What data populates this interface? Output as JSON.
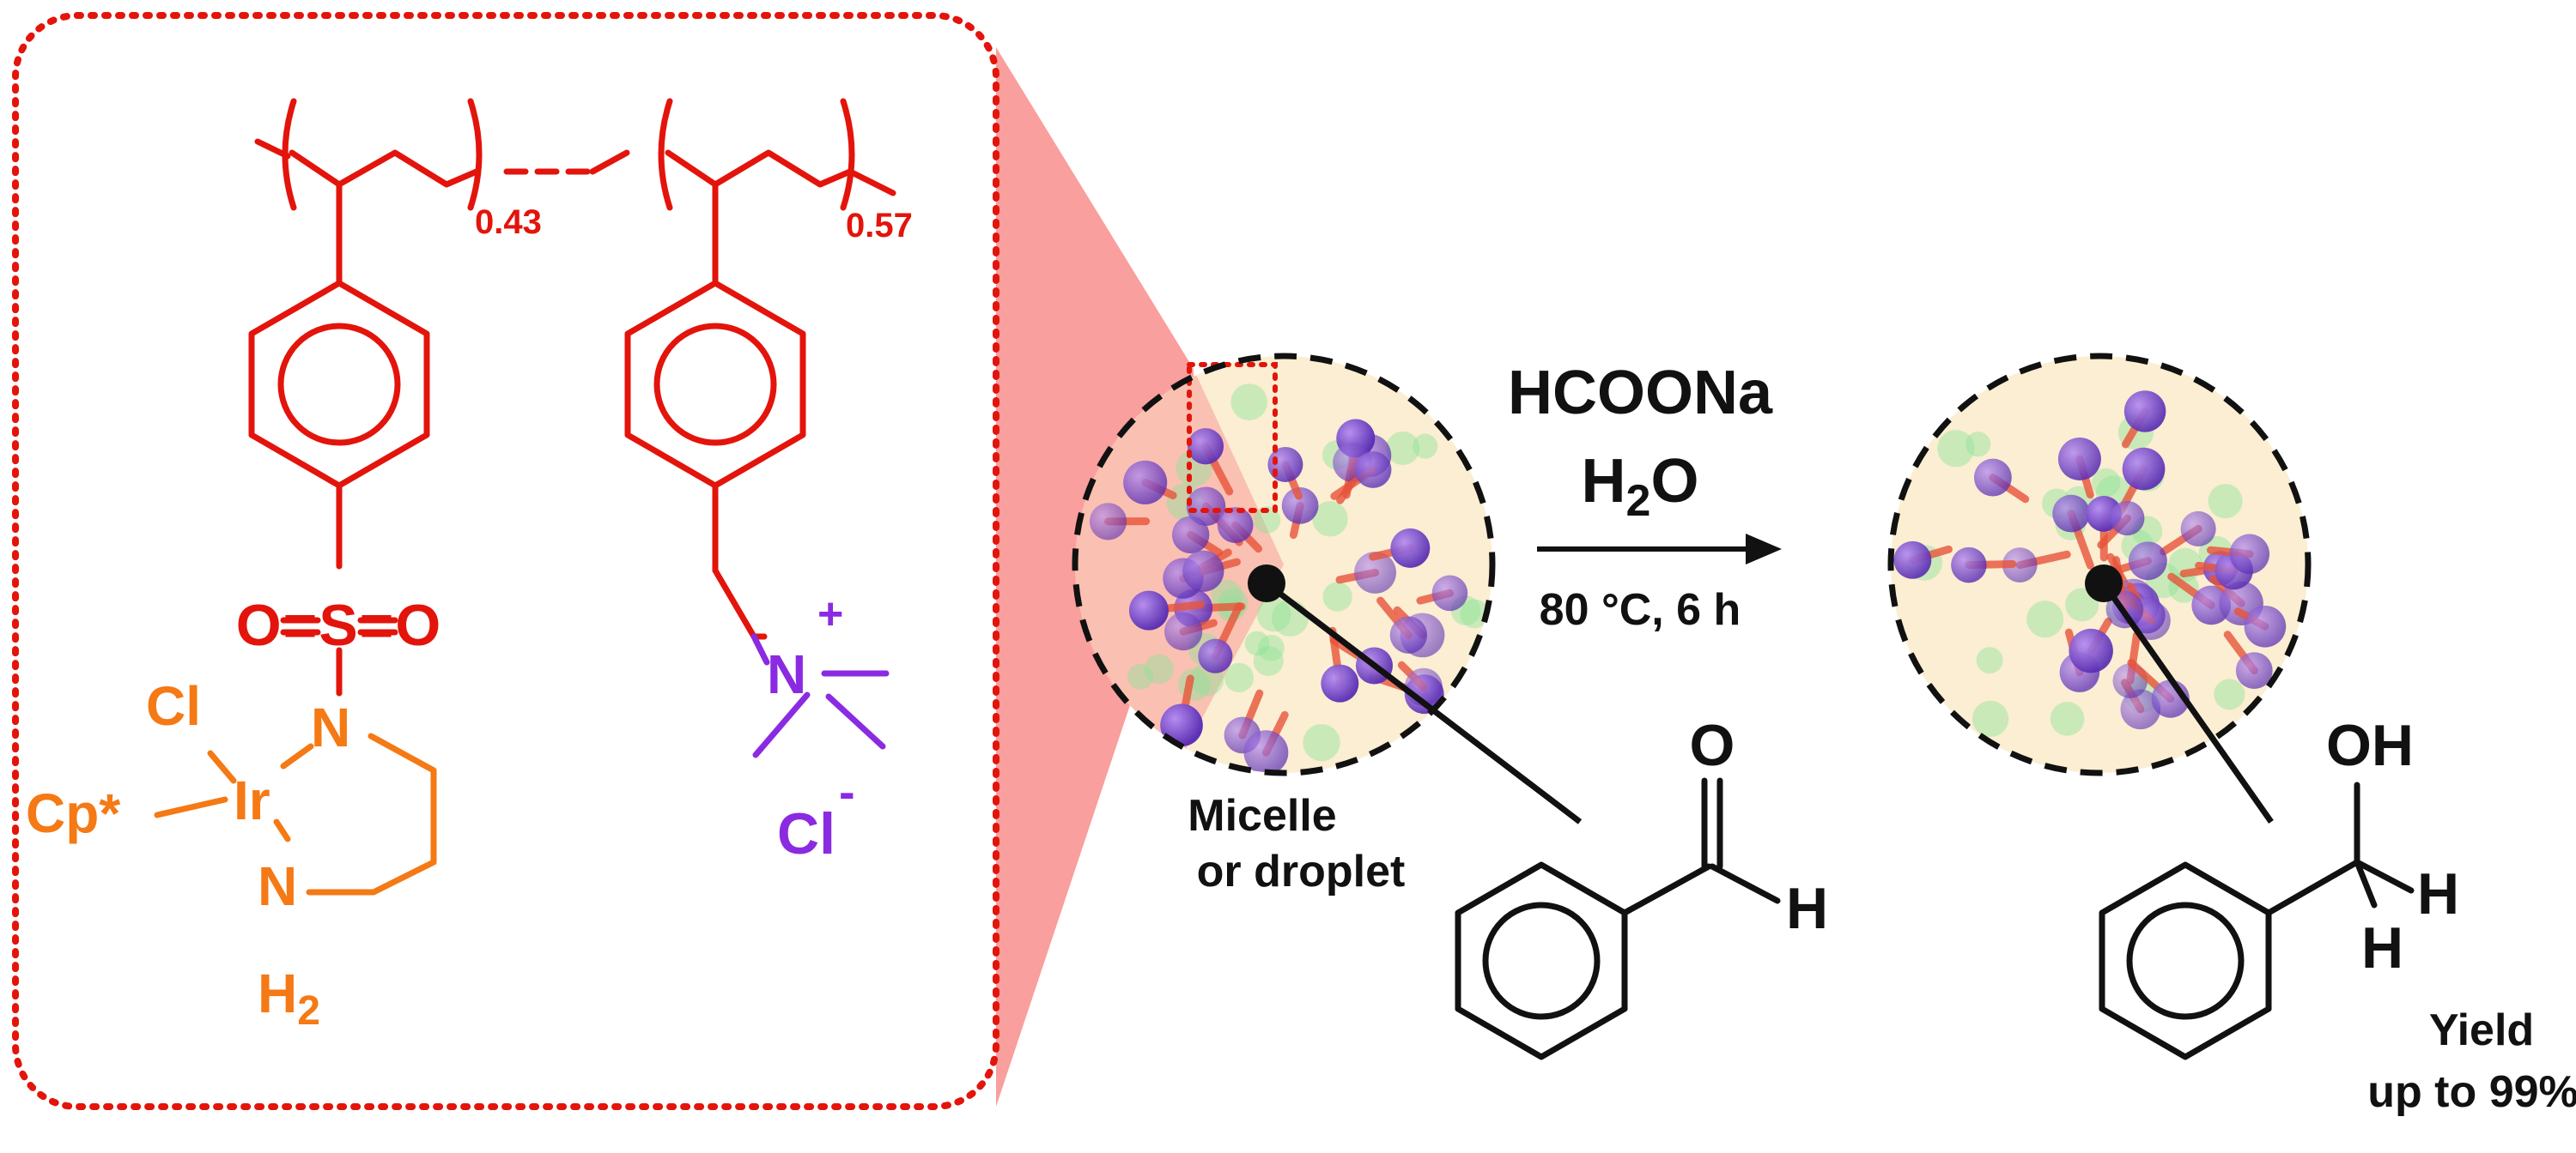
{
  "polymer": {
    "subscript_block1": "0.43",
    "subscript_block2": "0.57",
    "sulfonyl": "O=S=O",
    "metal_center": {
      "chloride": "Cl",
      "cp_star": "Cp*",
      "iridium": "Ir",
      "nitrogen_top": "N",
      "nitrogen_bottom": "N",
      "h2": "H",
      "h2_sub": "2"
    },
    "ammonium": {
      "nitrogen": "N",
      "charge": "+",
      "counterion": "Cl",
      "counterion_charge": "-"
    }
  },
  "micelle": {
    "label_line1": "Micelle",
    "label_line2": "or droplet"
  },
  "reaction": {
    "reagent": "HCOONa",
    "solvent_main": "H",
    "solvent_sub": "2",
    "solvent_tail": "O",
    "conditions": "80 °C, 6 h"
  },
  "substrate": {
    "oxygen": "O",
    "hydrogen": "H"
  },
  "product": {
    "hydroxyl": "OH",
    "hydrogen_a": "H",
    "hydrogen_b": "H",
    "yield_line1": "Yield",
    "yield_line2": "up to 99%"
  },
  "colors": {
    "polymer_red": "#e3140b",
    "catalyst_orange": "#f57914",
    "ammonium_purple": "#8a2be2",
    "bead_purple": "#7c4fcf",
    "bead_green": "#8fe39a",
    "micelle_fill": "#fbeed2",
    "zoom_wedge": "#f99a98"
  }
}
